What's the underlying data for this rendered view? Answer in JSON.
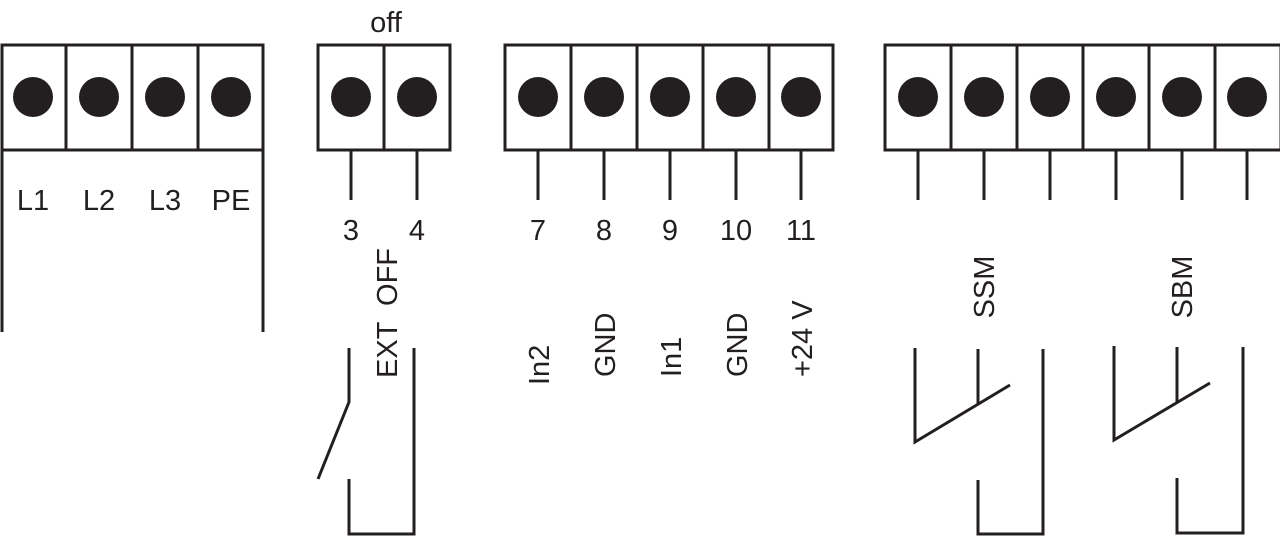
{
  "colors": {
    "line": "#231f20",
    "background": "#ffffff"
  },
  "mains_block": {
    "labels": [
      "L1",
      "L2",
      "L3",
      "PE"
    ]
  },
  "ext_off_block": {
    "header": "off",
    "terminals": [
      "3",
      "4"
    ],
    "label": "EXT  OFF"
  },
  "io_block": {
    "terminals": [
      "7",
      "8",
      "9",
      "10",
      "11"
    ],
    "labels": [
      "In2",
      "GND",
      "In1",
      "GND",
      "+24 V"
    ]
  },
  "relay_block": {
    "labels": [
      "SSM",
      "SBM"
    ]
  }
}
